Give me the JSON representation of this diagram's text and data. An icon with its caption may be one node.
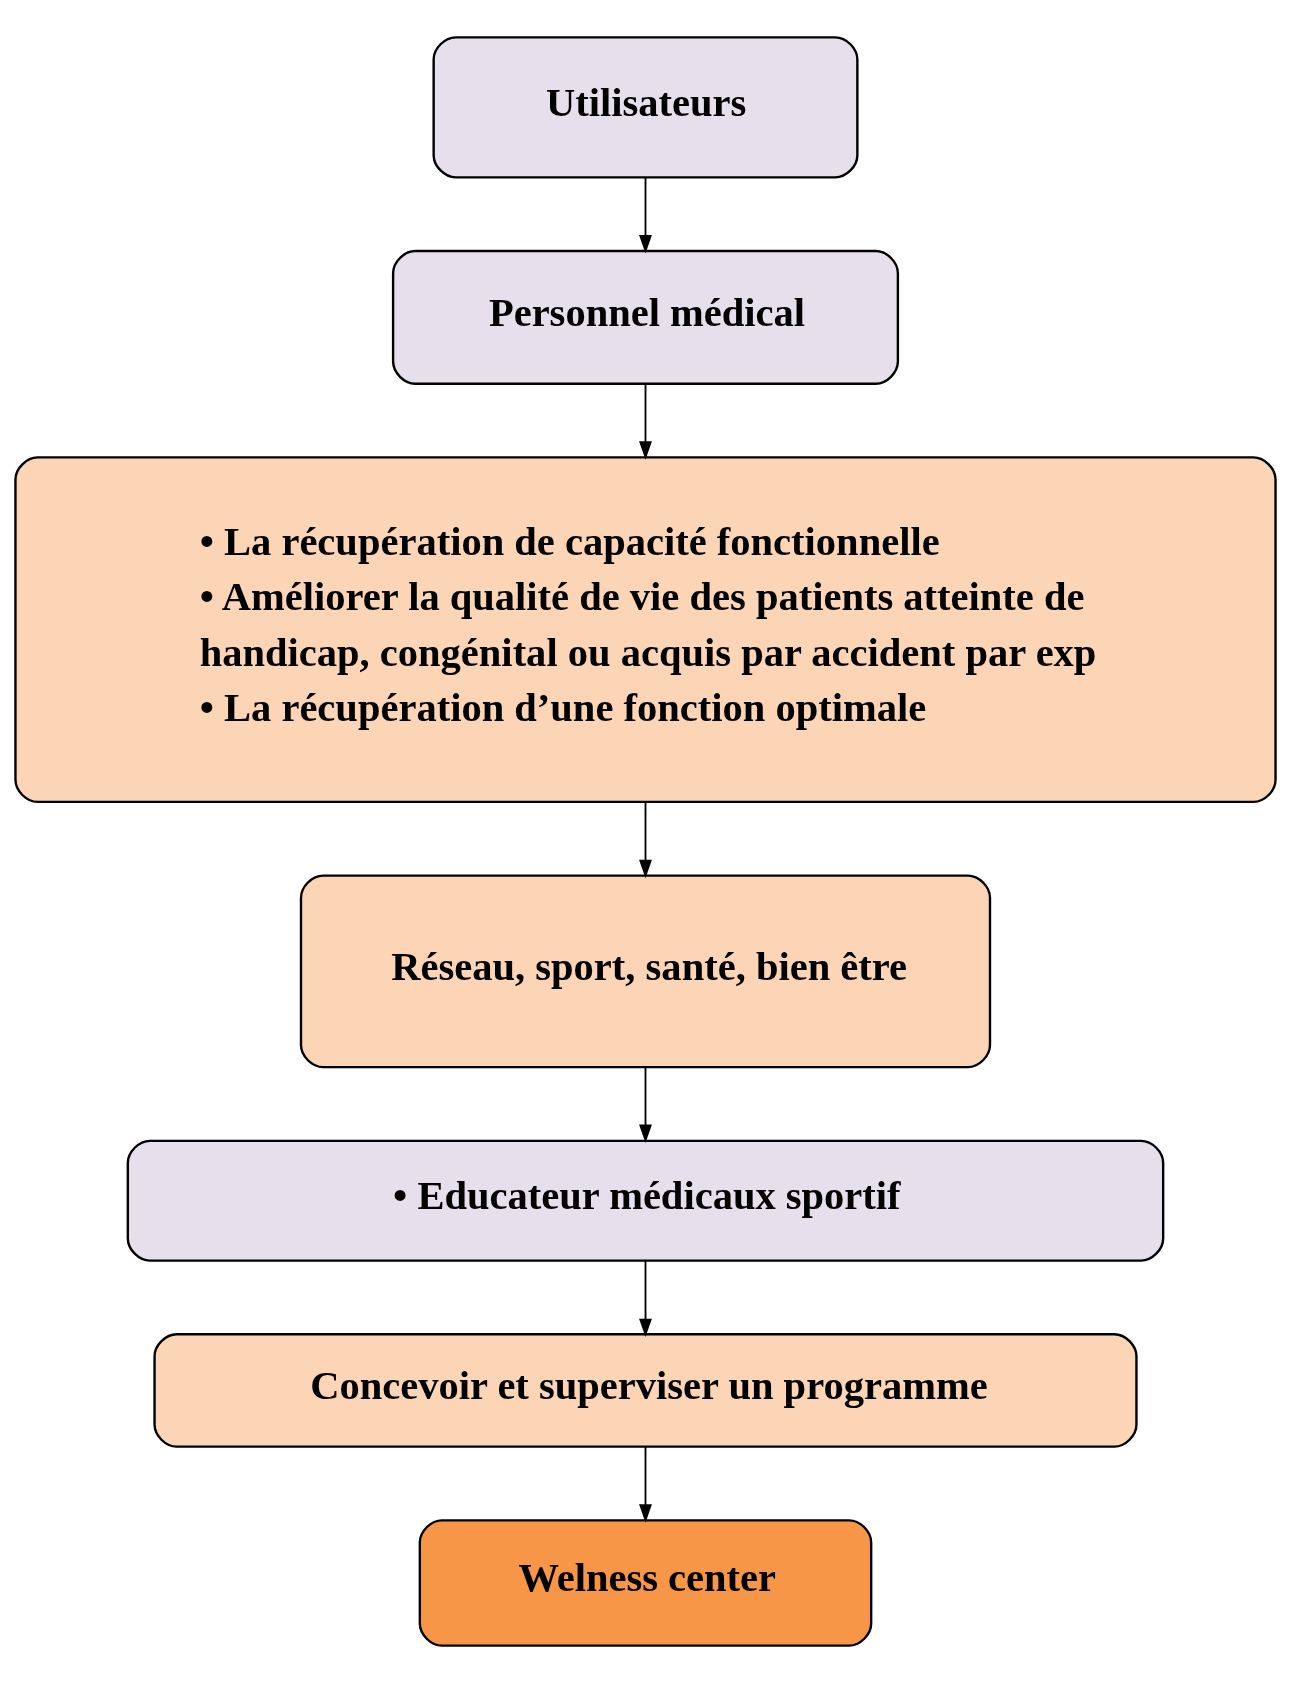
{
  "diagram": {
    "nodes": [
      {
        "text": [
          "Utilisateurs"
        ]
      },
      {
        "text": [
          "Personnel médical"
        ]
      },
      {
        "text": [
          "• La récupération de capacité fonctionnelle",
          "• Améliorer la qualité de vie des patients atteinte de handicap, congénital ou acquis par accident par exp",
          "• La récupération d’une fonction optimale"
        ]
      },
      {
        "text": [
          "Réseau, sport, santé, bien être"
        ]
      },
      {
        "text": [
          "• Educateur médicaux sportif"
        ]
      },
      {
        "text": [
          "Concevoir et superviser un programme"
        ]
      },
      {
        "text": [
          "Welness center"
        ]
      }
    ],
    "edges": [
      {
        "from": 0,
        "to": 1,
        "arrow": "to"
      },
      {
        "from": 1,
        "to": 2,
        "arrow": "to"
      },
      {
        "from": 2,
        "to": 3,
        "arrow": "to"
      },
      {
        "from": 3,
        "to": 4,
        "arrow": "to"
      },
      {
        "from": 4,
        "to": 5,
        "arrow": "to"
      },
      {
        "from": 5,
        "to": 6,
        "arrow": "to"
      }
    ]
  }
}
